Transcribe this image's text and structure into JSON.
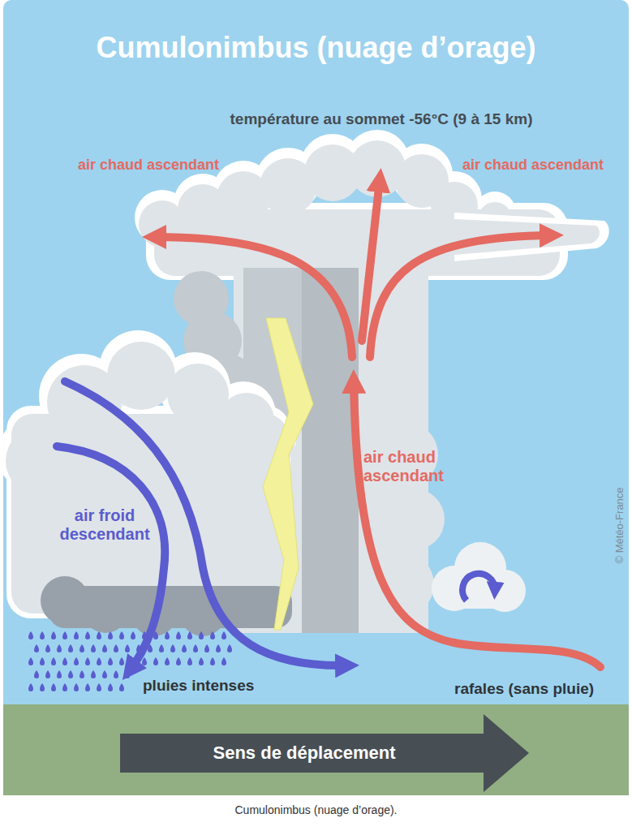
{
  "diagram": {
    "title": "Cumulonimbus (nuage d’orage)",
    "caption": "Cumulonimbus (nuage d’orage).",
    "nodes": [
      {
        "text": [
          "Sens de déplacement"
        ]
      }
    ],
    "labels": [
      "température au sommet -56°C (9 à 15 km)",
      "air chaud ascendant",
      "air chaud ascendant",
      "air chaud ascendant",
      "air froid descendant",
      "pluies intenses",
      "rafales (sans pluie)",
      "© Météo-France"
    ]
  }
}
